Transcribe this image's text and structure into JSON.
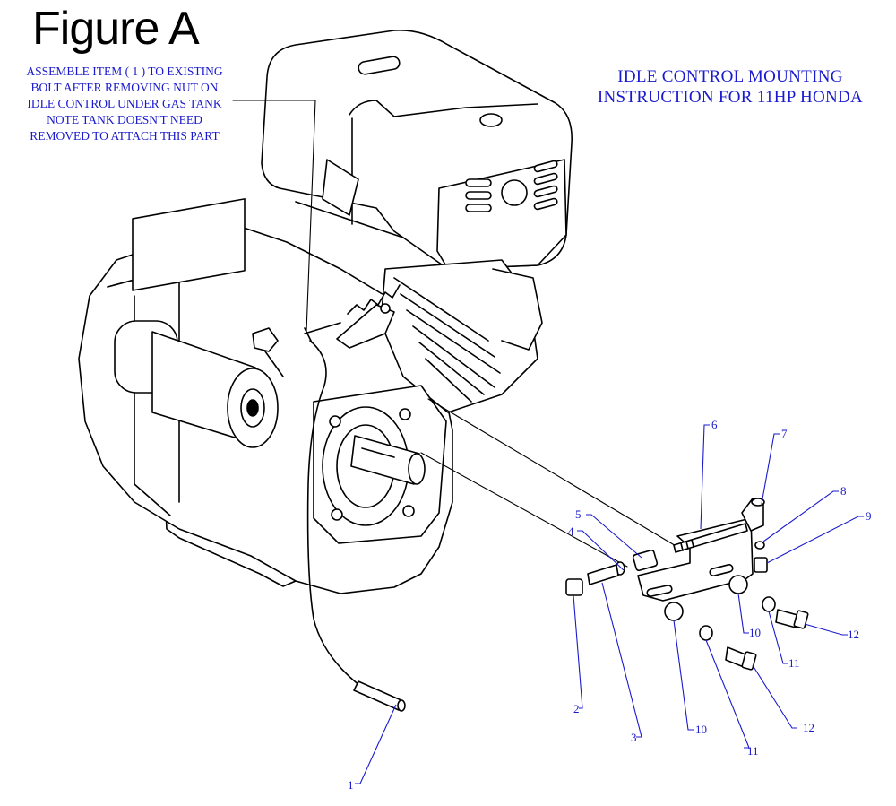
{
  "figure_title": "Figure A",
  "note_lines": [
    "ASSEMBLE ITEM ( 1 ) TO EXISTING",
    "BOLT AFTER REMOVING NUT ON",
    "IDLE CONTROL UNDER GAS TANK",
    "NOTE TANK DOESN'T NEED",
    "REMOVED TO ATTACH THIS PART"
  ],
  "heading_lines": [
    "IDLE CONTROL MOUNTING",
    "INSTRUCTION FOR 11HP HONDA"
  ],
  "callouts": [
    "1",
    "2",
    "3",
    "4",
    "5",
    "6",
    "7",
    "8",
    "9",
    "10",
    "10",
    "11",
    "11",
    "12",
    "12"
  ],
  "colors": {
    "annotation": "#1a1acd",
    "line_art": "#000000"
  }
}
